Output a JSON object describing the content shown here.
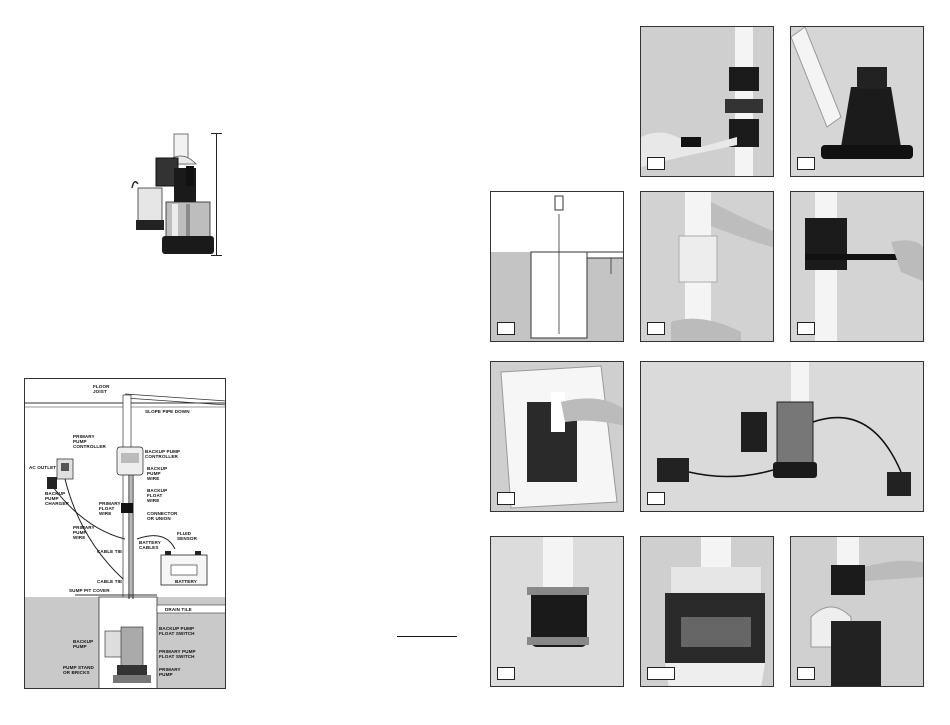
{
  "diagram_labels": {
    "floor_joist": "FLOOR\nJOIST",
    "slope_pipe_down": "SLOPE PIPE DOWN",
    "primary_pump_controller": "PRIMARY\nPUMP\nCONTROLLER",
    "backup_pump_controller": "BACKUP PUMP\nCONTROLLER",
    "ac_outlet": "AC OUTLET",
    "backup_pump_wire": "BACKUP\nPUMP\nWIRE",
    "backup_pump_charger": "BACKUP\nPUMP\nCHARGER",
    "backup_float_wire": "BACKUP\nFLOAT\nWIRE",
    "primary_float_wire": "PRIMARY\nFLOAT\nWIRE",
    "connector_or_union": "CONNECTOR\nOR UNION",
    "primary_pump_wire": "PRIMARY\nPUMP\nWIRE",
    "fluid_sensor": "FLUID\nSENSOR",
    "battery_cables": "BATTERY\nCABLES",
    "cable_tie_1": "CABLE TIE",
    "battery": "BATTERY",
    "cable_tie_2": "CABLE TIE",
    "sump_pit_cover": "SUMP PIT COVER",
    "drain_tile": "DRAIN  TILE",
    "backup_pump_float_switch": "BACKUP PUMP\nFLOAT SWITCH",
    "backup_pump": "BACKUP\nPUMP",
    "primary_pump_float_switch": "PRIMARY PUMP\nFLOAT SWITCH",
    "pump_stand_or_bricks": "PUMP STAND\nOR BRICKS",
    "primary_pump": "PRIMARY\nPUMP"
  },
  "colors": {
    "ink": "#111111",
    "photo_bg": "#d8d8d8",
    "pipe": "#f4f4f4"
  },
  "photo_icons": [
    "clamp-pipe-photo",
    "pump-base-photo",
    "pit-measure-diagram",
    "pipe-insert-photo",
    "clamp-tighten-photo",
    "packaging-photo",
    "system-layout-photo",
    "coupling-photo",
    "float-switch-photo",
    "final-clamp-photo"
  ]
}
